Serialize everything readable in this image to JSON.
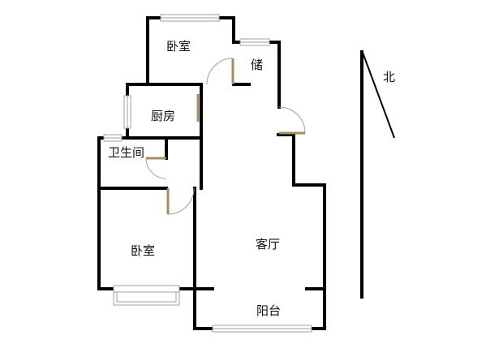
{
  "rooms": {
    "bedroom_north": "卧室",
    "storage": "储",
    "kitchen": "厨房",
    "bathroom": "卫生间",
    "bedroom_south": "卧室",
    "living_room": "客厅",
    "balcony": "阳台"
  },
  "compass": {
    "north_label": "北"
  },
  "colors": {
    "wall": "#000000",
    "door": "#a88c5e",
    "window_frame": "#9aa0a6",
    "window_glass": "#ffffff",
    "background": "#ffffff"
  }
}
